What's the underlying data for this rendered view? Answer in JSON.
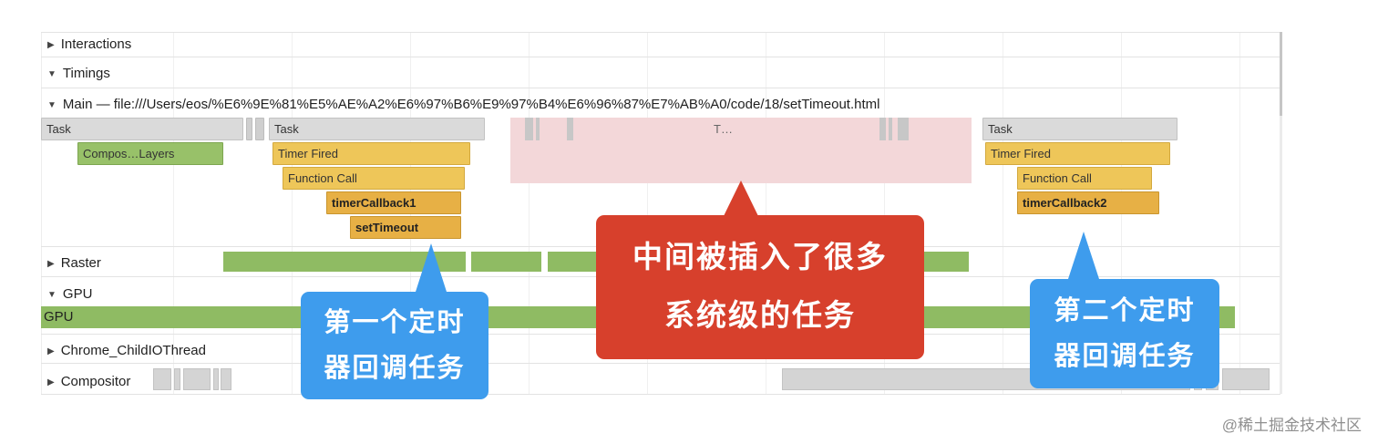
{
  "icons": {
    "expanded": "▼",
    "collapsed": "▶"
  },
  "colors": {
    "task_gray": "#dadada",
    "script_yellow": "#eec659",
    "script_yellow_dark": "#e7b045",
    "paint_green": "#8fbb63",
    "longtask_pink": "#f3d7d9",
    "callout_blue": "#3e9ced",
    "callout_red": "#d7402c"
  },
  "tracks": {
    "interactions": "Interactions",
    "timings": "Timings",
    "main": "Main — file:///Users/eos/%E6%9E%81%E5%AE%A2%E6%97%B6%E9%97%B4%E6%96%87%E7%AB%A0/code/18/setTimeout.html",
    "raster": "Raster",
    "gpu": "GPU",
    "gpu_bar": "GPU",
    "chrome_childio": "Chrome_ChildIOThread",
    "compositor": "Compositor"
  },
  "flame": {
    "task_left": "Task",
    "task_mid": "Task",
    "task_long": "T…",
    "task_right": "Task",
    "composite_layers": "Compos…Layers",
    "timer_fired_left": "Timer Fired",
    "function_call_left": "Function Call",
    "timer_callback1": "timerCallback1",
    "set_timeout": "setTimeout",
    "timer_fired_right": "Timer Fired",
    "function_call_right": "Function Call",
    "timer_callback2": "timerCallback2"
  },
  "callouts": {
    "first": {
      "line1": "第一个定时",
      "line2": "器回调任务"
    },
    "middle": {
      "line1": "中间被插入了很多",
      "line2": "系统级的任务"
    },
    "second": {
      "line1": "第二个定时",
      "line2": "器回调任务"
    }
  },
  "watermark": "@稀土掘金技术社区"
}
